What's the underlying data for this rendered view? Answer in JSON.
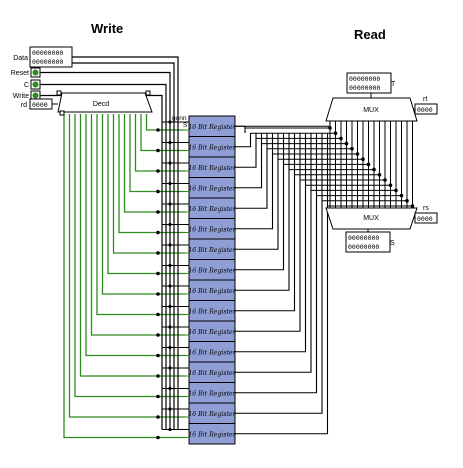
{
  "headings": {
    "write": "Write",
    "read": "Read"
  },
  "inputs": {
    "data": {
      "label": "Data",
      "value_top": "00000000",
      "value_bottom": "00000000"
    },
    "reset": {
      "label": "Reset"
    },
    "clock": {
      "label": "C"
    },
    "write": {
      "label": "Write"
    },
    "rd": {
      "label": "rd",
      "value": "0000"
    }
  },
  "decoder": {
    "label": "Decd"
  },
  "register_bank": {
    "register_label": "16 Bit Register",
    "count": 16,
    "pin_labels": [
      "gonn",
      "S"
    ]
  },
  "read_ports": {
    "top": {
      "mux_label": "MUX",
      "select_label": "rt",
      "select_value": "0000",
      "output_label": "T",
      "output_value_top": "00000000",
      "output_value_bottom": "00000000"
    },
    "bottom": {
      "mux_label": "MUX",
      "select_label": "rs",
      "select_value": "0000",
      "output_label": "S",
      "output_value_top": "00000000",
      "output_value_bottom": "00000000"
    }
  },
  "colors": {
    "write_wire": "#2e8b1f",
    "read_wire": "#000000",
    "register_fill": "#8f9fd6",
    "led_green": "#2e8b1f"
  }
}
